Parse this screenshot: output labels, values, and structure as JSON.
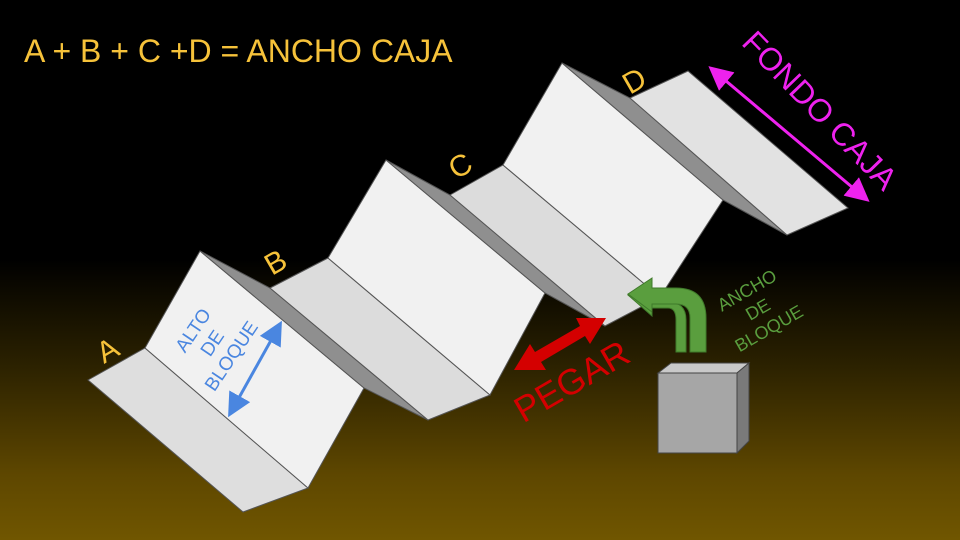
{
  "formula": "A + B + C +D = ANCHO CAJA",
  "sections": {
    "a": "A",
    "b": "B",
    "c": "C",
    "d": "D"
  },
  "alto_de_bloque": [
    "ALTO",
    "DE",
    "BLOQUE"
  ],
  "fondo_caja": "FONDO CAJA",
  "pegar": "PEGAR",
  "ancho_de_bloque": [
    "ANCHO",
    "DE",
    "BLOQUE"
  ],
  "colors": {
    "label_yellow": "#f6c23a",
    "alto_blue": "#4a86e0",
    "fondo_magenta": "#ee22ee",
    "pegar_red": "#d40000",
    "ancho_green": "#5a9e3e",
    "paper_light": "#f1f1f1",
    "paper_mid": "#dcdcdc",
    "paper_dark": "#8c8c8c"
  }
}
